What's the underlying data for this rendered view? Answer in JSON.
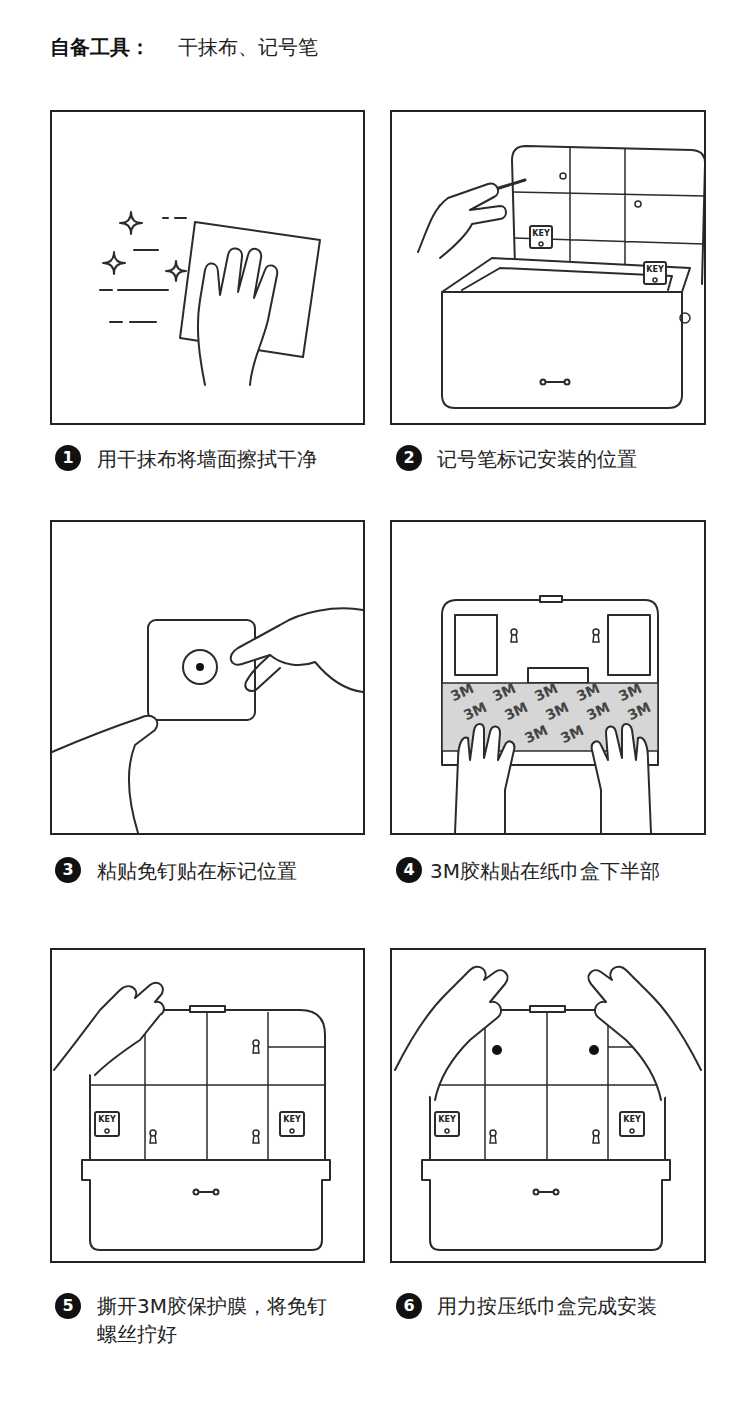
{
  "diagram": {
    "title": "自备工具：",
    "nodes": [
      {
        "text": [
          "用干抹布将墙面擦拭干净"
        ]
      },
      {
        "text": [
          "1"
        ]
      },
      {
        "text": [
          "记号笔标记安装的位置"
        ]
      },
      {
        "text": [
          "2"
        ]
      },
      {
        "text": [
          "粘贴免钉贴在标记位置"
        ]
      },
      {
        "text": [
          "3"
        ]
      },
      {
        "text": [
          "3M胶粘贴在纸巾盒下半部"
        ]
      },
      {
        "text": [
          "4"
        ]
      },
      {
        "text": [
          "撕开3M胶保护膜，将免钉 螺丝拧好"
        ]
      },
      {
        "text": [
          "5"
        ]
      },
      {
        "text": [
          "用力按压纸巾盒完成安装"
        ]
      },
      {
        "text": [
          "6"
        ]
      }
    ],
    "labels": [
      "干抹布、记号笔",
      "KEY",
      "KEY",
      "3M",
      "3M",
      "3M",
      "3M",
      "3M",
      "3M",
      "3M",
      "3M",
      "3M",
      "3M",
      "3M",
      "3M",
      "KEY",
      "KEY",
      "KEY",
      "KEY"
    ]
  }
}
